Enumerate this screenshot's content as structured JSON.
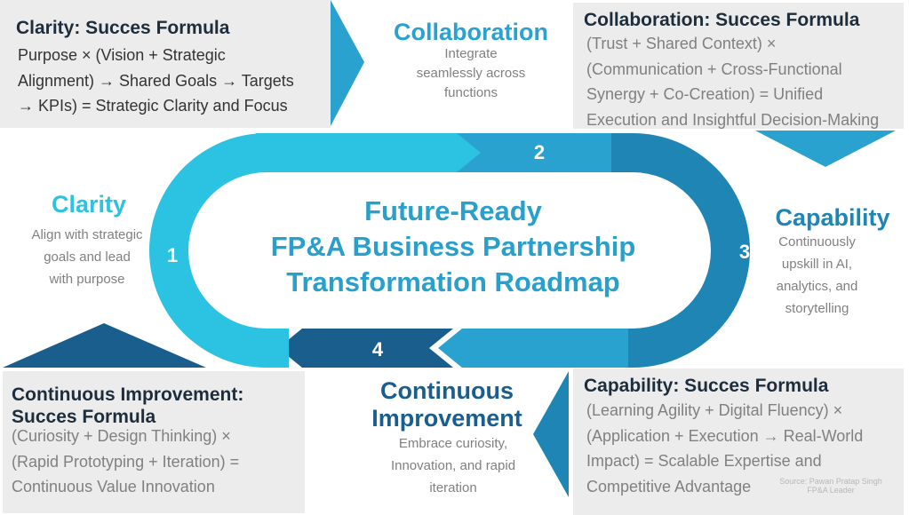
{
  "colors": {
    "light": "#2cc2e2",
    "mid": "#2aa2d0",
    "dark": "#1f85b4",
    "darker": "#1a5e8e",
    "panel": "#ececec",
    "title": "#1e2d3b"
  },
  "center_title": [
    "Future-Ready",
    "FP&A Business Partnership",
    "Transformation Roadmap"
  ],
  "stages": {
    "clarity": {
      "number": "1",
      "title": "Clarity",
      "description": [
        "Align with strategic",
        "goals and lead",
        "with purpose"
      ]
    },
    "collaboration": {
      "number": "2",
      "title": "Collaboration",
      "description": [
        "Integrate",
        "seamlessly across",
        "functions"
      ]
    },
    "capability": {
      "number": "3",
      "title": "Capability",
      "description": [
        "Continuously",
        "upskill in AI,",
        "analytics, and",
        "storytelling"
      ]
    },
    "improvement": {
      "number": "4",
      "title": [
        "Continuous",
        "Improvement"
      ],
      "description": [
        "Embrace curiosity,",
        "Innovation, and rapid",
        "iteration"
      ]
    }
  },
  "formulas": {
    "clarity": {
      "title": "Clarity: Succes Formula",
      "lines": [
        "Purpose × (Vision + Strategic",
        "Alignment) → Shared Goals → Targets",
        "→ KPIs) = Strategic Clarity and Focus"
      ]
    },
    "collaboration": {
      "title": "Collaboration: Succes Formula",
      "lines": [
        "(Trust + Shared Context) ×",
        "(Communication + Cross-Functional",
        "Synergy + Co-Creation) = Unified",
        "Execution and Insightful Decision-Making"
      ]
    },
    "capability": {
      "title": "Capability: Succes Formula",
      "lines": [
        "(Learning Agility + Digital Fluency) ×",
        "(Application + Execution → Real-World",
        "Impact) = Scalable Expertise and",
        "Competitive Advantage"
      ]
    },
    "improvement": {
      "title": [
        "Continuous Improvement:",
        "Succes Formula"
      ],
      "lines": [
        "(Curiosity + Design Thinking) ×",
        "(Rapid Prototyping + Iteration) =",
        "Continuous Value Innovation"
      ]
    }
  },
  "source": [
    "Source: Pawan Pratap Singh",
    "FP&A Leader"
  ]
}
